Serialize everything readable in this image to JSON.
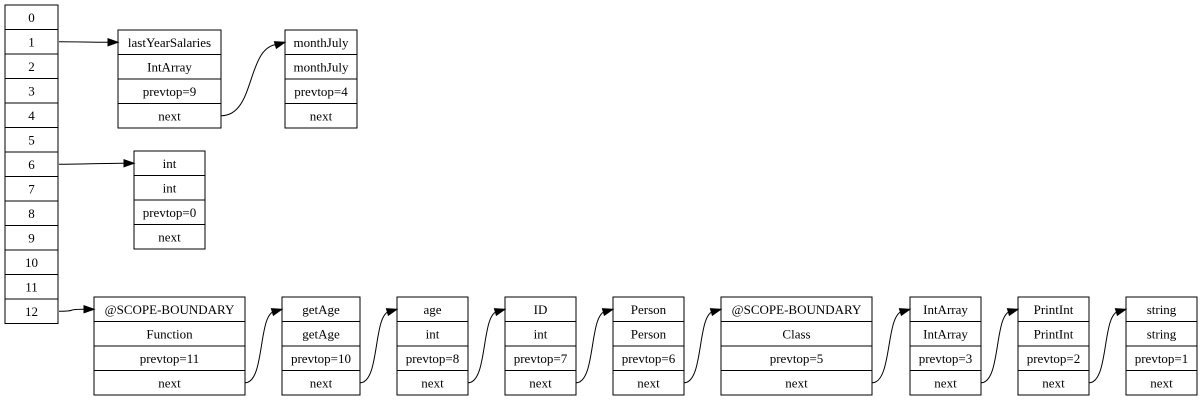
{
  "hash_table": {
    "indices": [
      "0",
      "1",
      "2",
      "3",
      "4",
      "5",
      "6",
      "7",
      "8",
      "9",
      "10",
      "11",
      "12"
    ]
  },
  "records": [
    {
      "id": "lastYearSalaries",
      "fields": [
        "lastYearSalaries",
        "IntArray",
        "prevtop=9",
        "next"
      ]
    },
    {
      "id": "monthJuly",
      "fields": [
        "monthJuly",
        "monthJuly",
        "prevtop=4",
        "next"
      ]
    },
    {
      "id": "int",
      "fields": [
        "int",
        "int",
        "prevtop=0",
        "next"
      ]
    },
    {
      "id": "scope-boundary-function",
      "fields": [
        "@SCOPE-BOUNDARY",
        "Function",
        "prevtop=11",
        "next"
      ]
    },
    {
      "id": "getAge",
      "fields": [
        "getAge",
        "getAge",
        "prevtop=10",
        "next"
      ]
    },
    {
      "id": "age",
      "fields": [
        "age",
        "int",
        "prevtop=8",
        "next"
      ]
    },
    {
      "id": "ID",
      "fields": [
        "ID",
        "int",
        "prevtop=7",
        "next"
      ]
    },
    {
      "id": "Person",
      "fields": [
        "Person",
        "Person",
        "prevtop=6",
        "next"
      ]
    },
    {
      "id": "scope-boundary-class",
      "fields": [
        "@SCOPE-BOUNDARY",
        "Class",
        "prevtop=5",
        "next"
      ]
    },
    {
      "id": "IntArray",
      "fields": [
        "IntArray",
        "IntArray",
        "prevtop=3",
        "next"
      ]
    },
    {
      "id": "PrintInt",
      "fields": [
        "PrintInt",
        "PrintInt",
        "prevtop=2",
        "next"
      ]
    },
    {
      "id": "string",
      "fields": [
        "string",
        "string",
        "prevtop=1",
        "next"
      ]
    }
  ],
  "edges": [
    {
      "type": "index-to-record",
      "from": "1",
      "to": "lastYearSalaries"
    },
    {
      "type": "index-to-record",
      "from": "6",
      "to": "int"
    },
    {
      "type": "index-to-record",
      "from": "12",
      "to": "scope-boundary-function"
    },
    {
      "type": "next-link",
      "from": "lastYearSalaries",
      "to": "monthJuly"
    },
    {
      "type": "next-link",
      "from": "scope-boundary-function",
      "to": "getAge"
    },
    {
      "type": "next-link",
      "from": "getAge",
      "to": "age"
    },
    {
      "type": "next-link",
      "from": "age",
      "to": "ID"
    },
    {
      "type": "next-link",
      "from": "ID",
      "to": "Person"
    },
    {
      "type": "next-link",
      "from": "Person",
      "to": "scope-boundary-class"
    },
    {
      "type": "next-link",
      "from": "scope-boundary-class",
      "to": "IntArray"
    },
    {
      "type": "next-link",
      "from": "IntArray",
      "to": "PrintInt"
    },
    {
      "type": "next-link",
      "from": "PrintInt",
      "to": "string"
    }
  ]
}
